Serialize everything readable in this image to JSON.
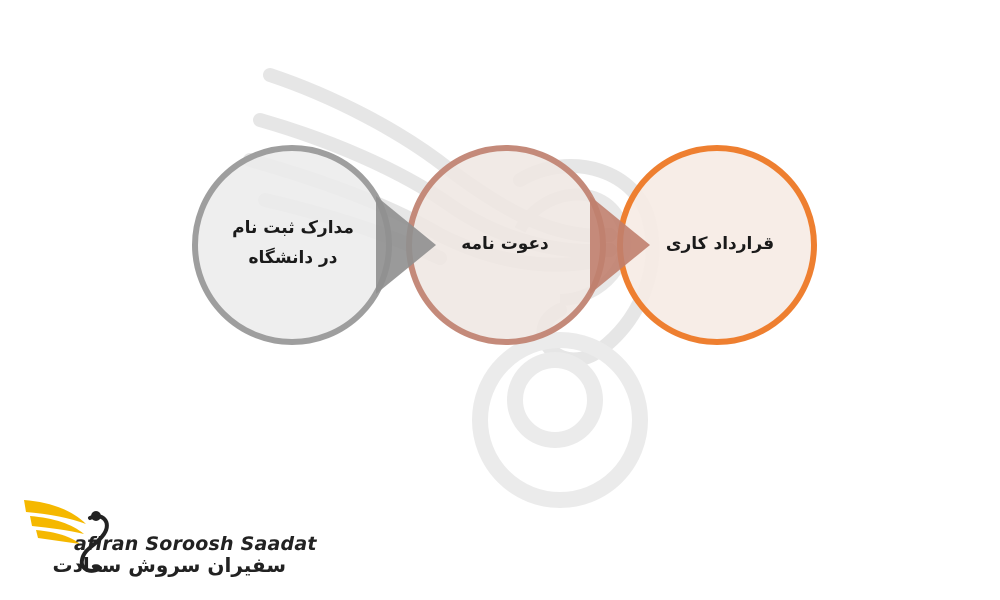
{
  "steps": [
    {
      "label": "مدارک ثبت نام در دانشگاه",
      "line1": "مدارک ثبت نام",
      "line2": "در دانشگاه",
      "ring_color": "#9e9e9e",
      "fill_color": "#ececec"
    },
    {
      "label": "دعوت نامه",
      "ring_color": "#c48a7a",
      "fill_color": "#f1e4df"
    },
    {
      "label": "قرارداد کاری",
      "ring_color": "#ee7f30",
      "fill_color": "#f7ebe4"
    }
  ],
  "logo": {
    "name_en": "afiran Soroosh Saadat",
    "name_fa": "سفیران سروش سعادت",
    "accent_color": "#f5b800"
  },
  "colors": {
    "background": "#ffffff",
    "watermark": "#e3e3e3"
  }
}
